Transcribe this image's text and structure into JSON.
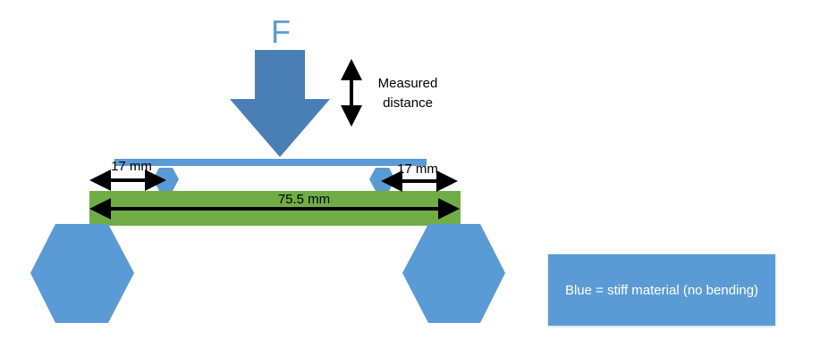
{
  "diagram": {
    "force_label": "F",
    "measured_label_line1": "Measured",
    "measured_label_line2": "distance",
    "left_offset_label": "17 mm",
    "right_offset_label": "17 mm",
    "span_label": "75.5 mm",
    "legend_text": "Blue = stiff material (no bending)"
  },
  "colors": {
    "stiff_blue": "#5b9bd5",
    "force_arrow": "#4a7fb5",
    "force_label": "#5b9bd5",
    "specimen_green": "#70ad47",
    "arrow_black": "#000000"
  }
}
